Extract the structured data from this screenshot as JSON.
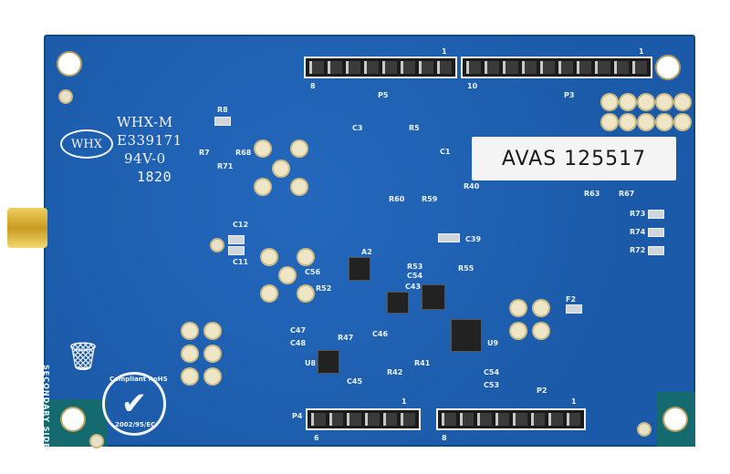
{
  "board": {
    "color": "#1d5fb0",
    "manufacturer_logo": "WHX",
    "marking_lines": [
      "WHX-M",
      "E339171",
      "94V-0",
      "1820"
    ],
    "side_label": "SECONDARY SIDE",
    "rohs_mark": {
      "top": "Compliant RoHS",
      "bottom": "2002/95/EC"
    },
    "weee_icon": "crossed-bin-icon",
    "asset_label": "AVAS 125517",
    "connectors": [
      {
        "name": "P5",
        "pin_first": "1",
        "pin_last": "8"
      },
      {
        "name": "P3",
        "pin_first": "1",
        "pin_last": "10"
      },
      {
        "name": "P4",
        "pin_first": "1",
        "pin_last": "6"
      },
      {
        "name": "P2",
        "pin_first": "1",
        "pin_last": "8"
      }
    ],
    "components": [
      "R8",
      "R7",
      "R68",
      "R71",
      "C12",
      "C11",
      "R5",
      "C3",
      "C1",
      "R40",
      "R60",
      "R59",
      "C39",
      "R63",
      "R67",
      "R73",
      "R74",
      "R72",
      "A2",
      "C56",
      "R52",
      "R53",
      "C54",
      "R55",
      "C43",
      "C47",
      "C48",
      "R47",
      "C46",
      "R42",
      "R41",
      "U9",
      "C54",
      "C53",
      "F2",
      "C45",
      "U8"
    ]
  }
}
